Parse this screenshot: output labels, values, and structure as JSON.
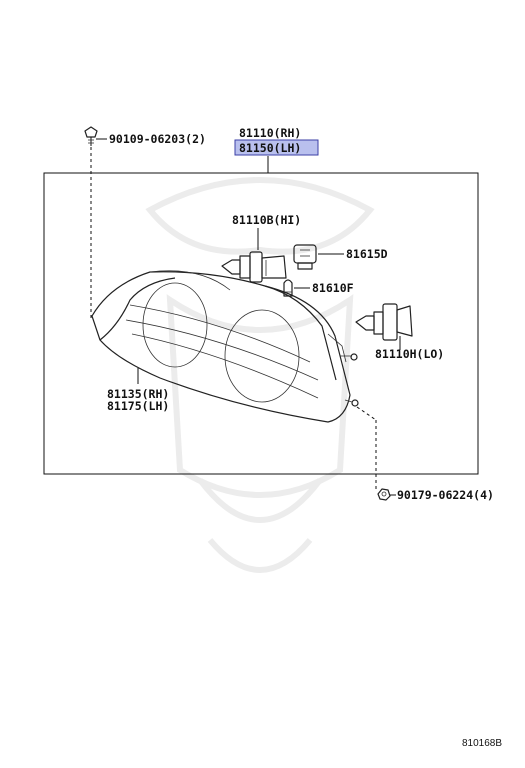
{
  "parts": {
    "assembly_rh": "81110(RH)",
    "assembly_lh": "81150(LH)",
    "top_screw": "90109-06203(2)",
    "bulb_hi": "81110B(HI)",
    "bulb_socket": "81615D",
    "small_bulb": "81610F",
    "bulb_lo": "81110H(LO)",
    "lens_rh": "81135(RH)",
    "lens_lh": "81175(LH)",
    "bottom_nut": "90179-06224(4)"
  },
  "catalog_id": "810168B",
  "highlight_color": "#b9c0ee"
}
